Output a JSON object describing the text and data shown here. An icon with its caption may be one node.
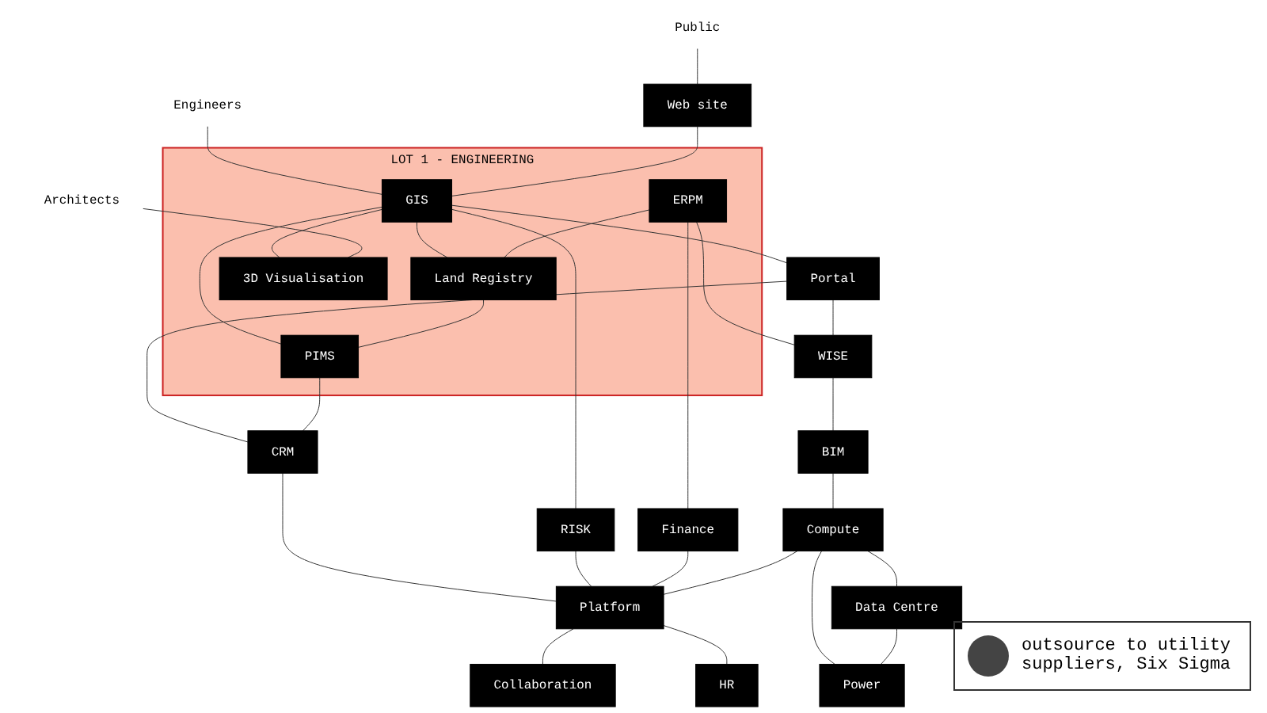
{
  "diagram": {
    "nodes": [
      {
        "text": [
          "LOT 1 - ENGINEERING"
        ]
      },
      {
        "text": [
          "Engineers"
        ]
      },
      {
        "text": [
          "GIS"
        ],
        "in": 0
      },
      {
        "text": [
          "Web site"
        ]
      },
      {
        "text": [
          "Public"
        ]
      },
      {
        "text": [
          "Portal"
        ]
      },
      {
        "text": [
          "ERPM"
        ],
        "in": 0
      },
      {
        "text": [
          "Land Registry"
        ],
        "in": 0
      },
      {
        "text": [
          "PIMS"
        ],
        "in": 0
      },
      {
        "text": [
          "CRM"
        ]
      },
      {
        "text": [
          "RISK"
        ]
      },
      {
        "text": [
          "WISE"
        ]
      },
      {
        "text": [
          "Finance"
        ]
      },
      {
        "text": [
          "Platform"
        ]
      },
      {
        "text": [
          "Collaboration"
        ]
      },
      {
        "text": [
          "BIM"
        ]
      },
      {
        "text": [
          "HR"
        ]
      },
      {
        "text": [
          "Compute"
        ]
      },
      {
        "text": [
          "3D Visualisation"
        ],
        "in": 0
      },
      {
        "text": [
          "Architects"
        ]
      },
      {
        "text": [
          "Data Centre"
        ]
      },
      {
        "text": [
          "Power"
        ]
      }
    ],
    "edges": [
      {
        "from": 1,
        "to": 2,
        "arrow": "none"
      },
      {
        "from": 3,
        "to": 2,
        "arrow": "none"
      },
      {
        "from": 4,
        "to": 3,
        "arrow": "none"
      },
      {
        "from": 2,
        "to": 18,
        "arrow": "none"
      },
      {
        "from": 2,
        "to": 10,
        "arrow": "none"
      },
      {
        "from": 2,
        "to": 5,
        "arrow": "none"
      },
      {
        "from": 2,
        "to": 7,
        "arrow": "none"
      },
      {
        "from": 2,
        "to": 8,
        "arrow": "none"
      },
      {
        "from": 5,
        "to": 9,
        "arrow": "none"
      },
      {
        "from": 5,
        "to": 11,
        "arrow": "none"
      },
      {
        "from": 6,
        "to": 7,
        "arrow": "none"
      },
      {
        "from": 6,
        "to": 11,
        "arrow": "none"
      },
      {
        "from": 7,
        "to": 8,
        "arrow": "none"
      },
      {
        "from": 8,
        "to": 9,
        "arrow": "none"
      },
      {
        "from": 6,
        "to": 12,
        "arrow": "none"
      },
      {
        "from": 9,
        "to": 13,
        "arrow": "none"
      },
      {
        "from": 10,
        "to": 13,
        "arrow": "none"
      },
      {
        "from": 12,
        "to": 13,
        "arrow": "none"
      },
      {
        "from": 17,
        "to": 13,
        "arrow": "none"
      },
      {
        "from": 11,
        "to": 15,
        "arrow": "none"
      },
      {
        "from": 13,
        "to": 14,
        "arrow": "none"
      },
      {
        "from": 13,
        "to": 16,
        "arrow": "none"
      },
      {
        "from": 15,
        "to": 17,
        "arrow": "none"
      },
      {
        "from": 17,
        "to": 20,
        "arrow": "none"
      },
      {
        "from": 17,
        "to": 21,
        "arrow": "none"
      },
      {
        "from": 20,
        "to": 21,
        "arrow": "none"
      },
      {
        "from": 19,
        "to": 18,
        "arrow": "none"
      }
    ],
    "legend": [
      {
        "text": "outsource to utility suppliers, Six Sigma",
        "color": "#444444"
      }
    ]
  }
}
